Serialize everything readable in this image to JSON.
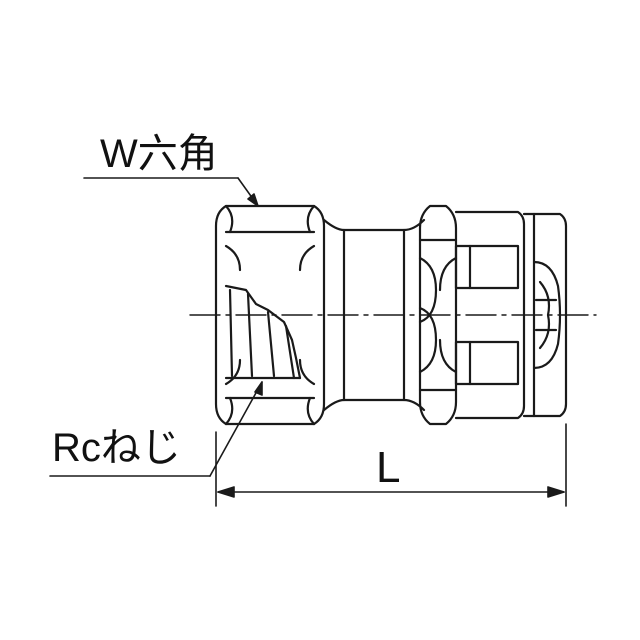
{
  "labels": {
    "hex": "W六角",
    "thread": "Rcねじ",
    "length": "L"
  },
  "colors": {
    "line": "#1a1a1a",
    "background": "#ffffff"
  }
}
